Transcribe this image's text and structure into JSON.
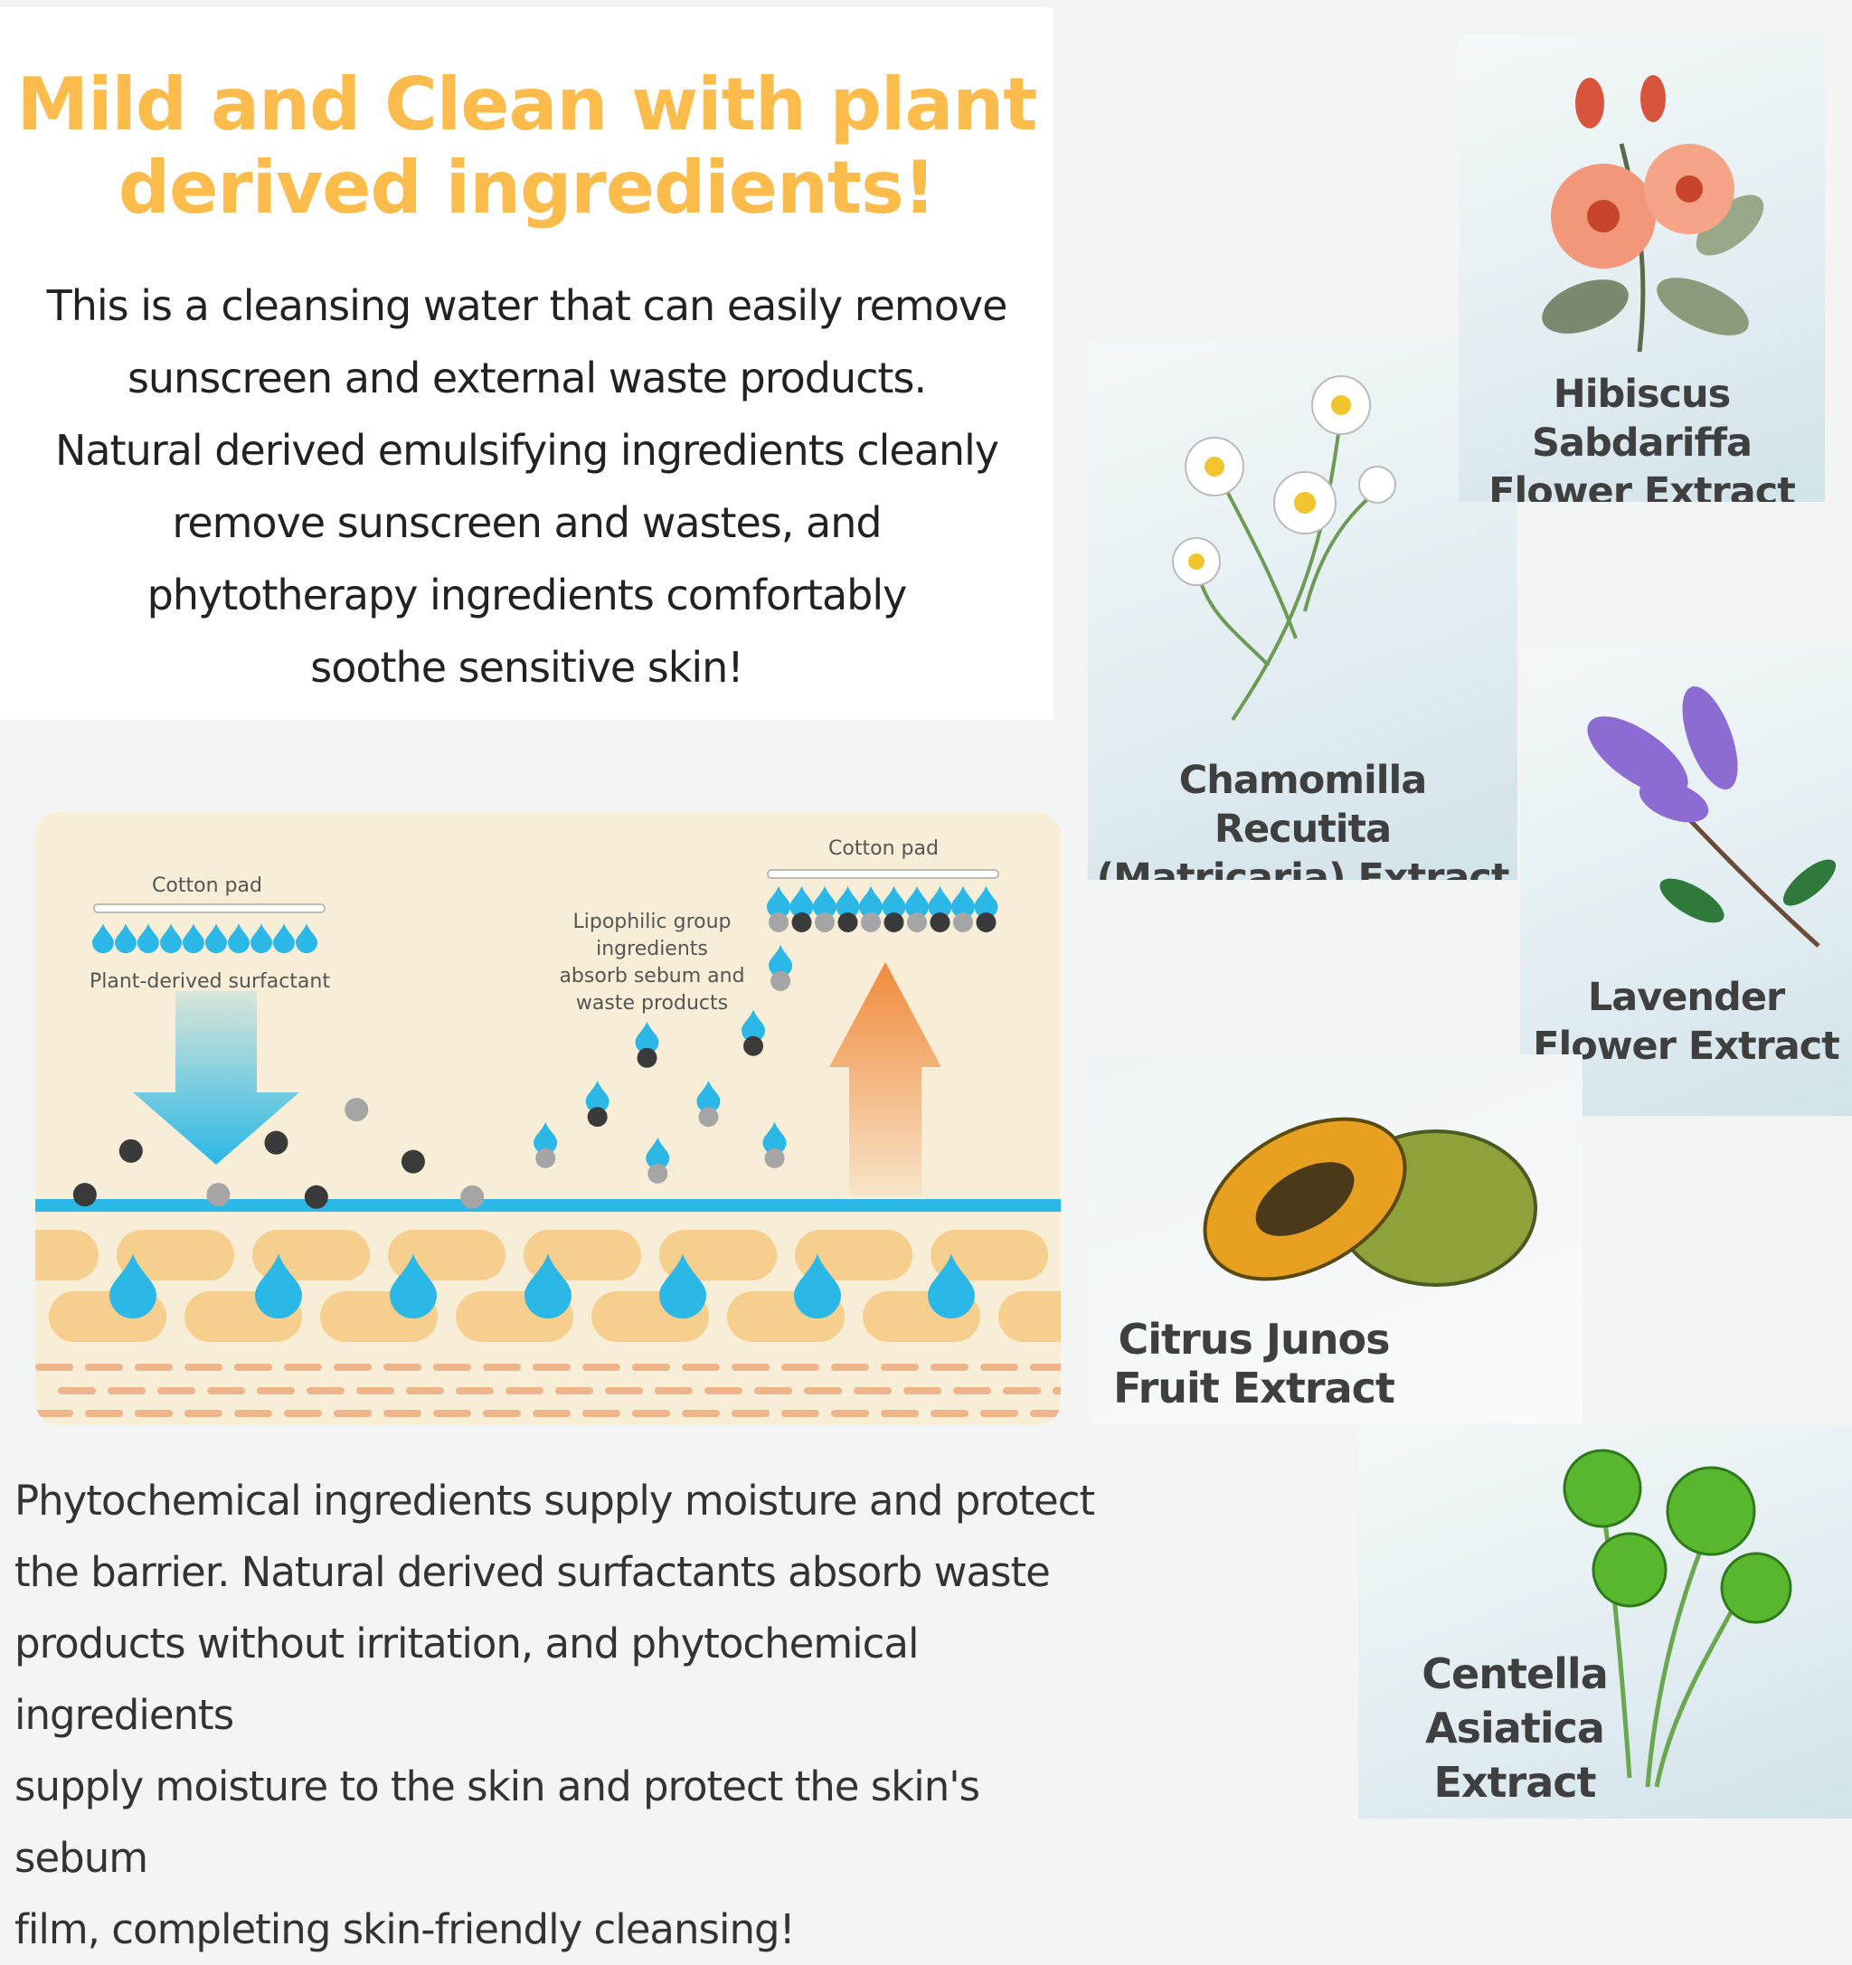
{
  "title": {
    "line1": "Mild and Clean with plant",
    "line2": "derived ingredients!"
  },
  "intro": [
    "This is a cleansing water that can easily remove",
    "sunscreen and external waste products.",
    "Natural derived emulsifying ingredients cleanly",
    "remove sunscreen and wastes, and",
    "phytotherapy ingredients comfortably",
    "soothe sensitive skin!"
  ],
  "diagram": {
    "cotton_pad_left": "Cotton pad",
    "surfactant_label": "Plant-derived surfactant",
    "cotton_pad_right": "Cotton pad",
    "lipophilic": [
      "Lipophilic group",
      "ingredients",
      "absorb sebum and",
      "waste products"
    ],
    "colors": {
      "water": "#2bb8e6",
      "arrow_up": "#f08a3c",
      "skin": "#f6cf8e",
      "sebum_dark": "#3a3a3a",
      "sebum_grey": "#a5a5a5"
    }
  },
  "bottom_text": [
    "Phytochemical ingredients supply moisture and protect",
    "the barrier. Natural derived surfactants absorb waste",
    "products without irritation, and phytochemical ingredients",
    "supply moisture to the skin and protect the skin's sebum",
    "film, completing skin-friendly cleansing!"
  ],
  "ingredients": [
    {
      "name": "hibiscus",
      "lines": [
        "Hibiscus Sabdariffa",
        "Flower Extract"
      ]
    },
    {
      "name": "chamomile",
      "lines": [
        "Chamomilla Recutita",
        "(Matricaria) Extract"
      ]
    },
    {
      "name": "lavender",
      "lines": [
        "Lavender",
        "Flower Extract"
      ]
    },
    {
      "name": "citrus",
      "lines": [
        "Citrus Junos",
        "Fruit Extract"
      ]
    },
    {
      "name": "centella",
      "lines": [
        "Centella",
        "Asiatica",
        "Extract"
      ]
    }
  ],
  "colors": {
    "title": "#fbbc4c",
    "text": "#222222"
  }
}
